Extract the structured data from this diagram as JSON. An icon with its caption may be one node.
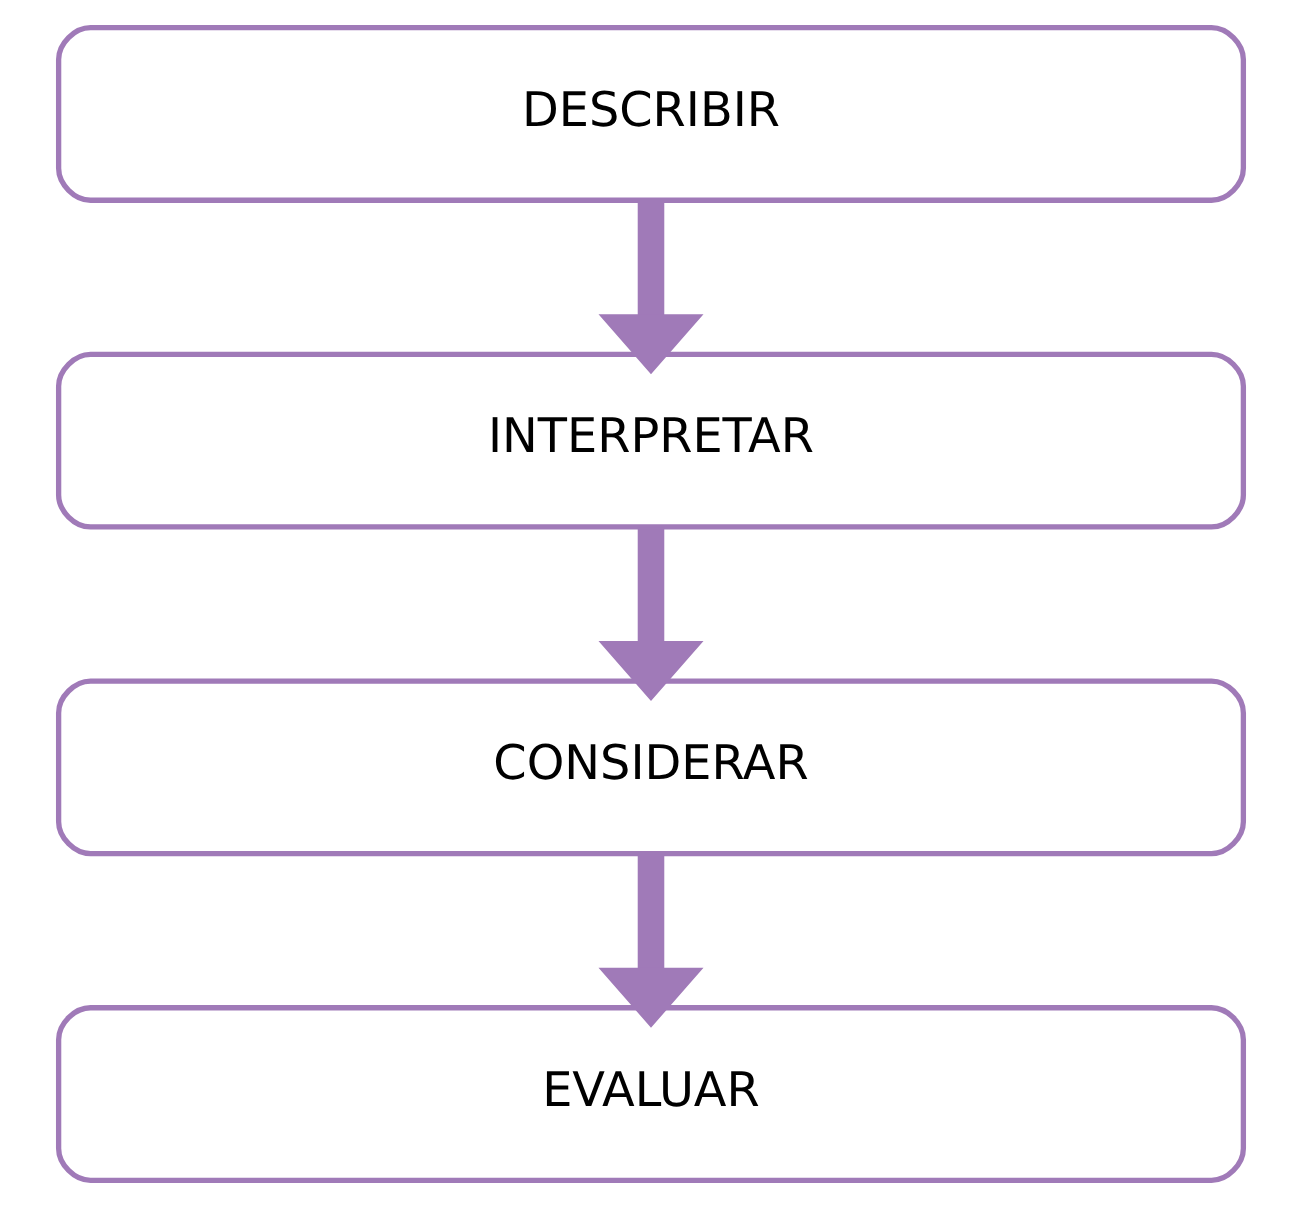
{
  "diagram": {
    "nodes": [
      {
        "text": [
          "DESCRIBIR"
        ]
      },
      {
        "text": [
          "INTERPRETAR"
        ]
      },
      {
        "text": [
          "CONSIDERAR"
        ]
      },
      {
        "text": [
          "EVALUAR"
        ]
      }
    ],
    "edges": [
      {
        "from": 0,
        "to": 1,
        "arrow": "to"
      },
      {
        "from": 1,
        "to": 2,
        "arrow": "to"
      },
      {
        "from": 2,
        "to": 3,
        "arrow": "to"
      }
    ]
  }
}
